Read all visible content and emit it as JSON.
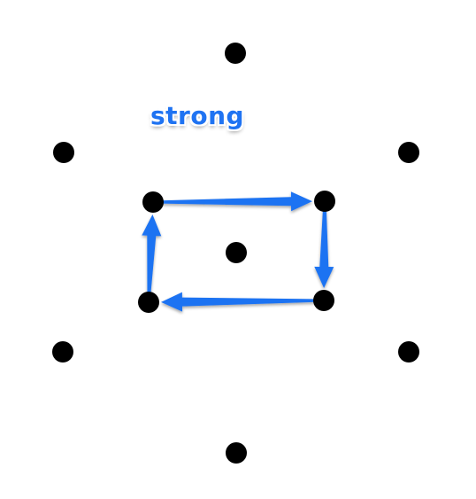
{
  "annotation": {
    "label": "strong",
    "color": "#1f73f2"
  },
  "colors": {
    "dot": "#000000",
    "arrow": "#1f73f2",
    "background": "#ffffff"
  },
  "dots": [
    {
      "id": "top"
    },
    {
      "id": "upper-left"
    },
    {
      "id": "upper-right"
    },
    {
      "id": "inner-top-left"
    },
    {
      "id": "inner-top-right"
    },
    {
      "id": "center"
    },
    {
      "id": "inner-bottom-left"
    },
    {
      "id": "inner-bottom-right"
    },
    {
      "id": "lower-left"
    },
    {
      "id": "lower-right"
    },
    {
      "id": "bottom"
    }
  ],
  "arrows": [
    {
      "from": "inner-top-left",
      "to": "inner-top-right"
    },
    {
      "from": "inner-top-right",
      "to": "inner-bottom-right"
    },
    {
      "from": "inner-bottom-right",
      "to": "inner-bottom-left"
    },
    {
      "from": "inner-bottom-left",
      "to": "inner-top-left"
    }
  ]
}
